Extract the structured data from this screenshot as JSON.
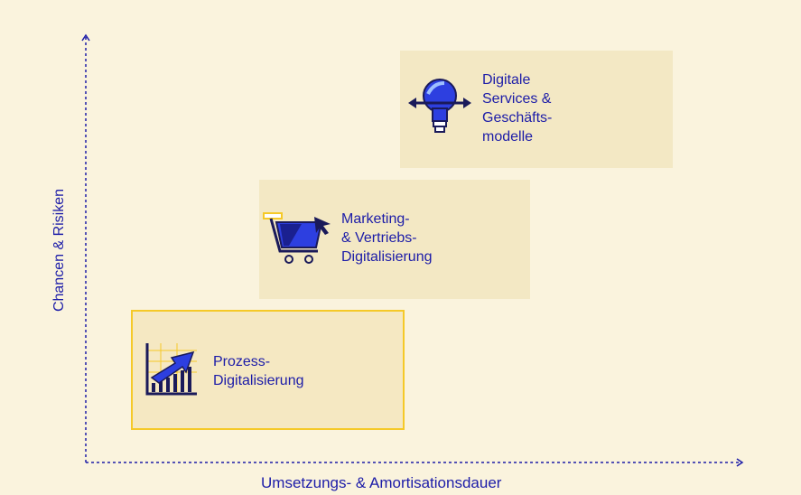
{
  "axes": {
    "y_label": "Chancen & Risiken",
    "x_label": "Umsetzungs- & Amortisationsdauer"
  },
  "boxes": [
    {
      "id": "services",
      "lines": [
        "Digitale",
        "Services &",
        "Geschäfts-",
        "modelle"
      ],
      "icon": "lightbulb-icon"
    },
    {
      "id": "marketing",
      "lines": [
        "Marketing-",
        "& Vertriebs-",
        "Digitalisierung"
      ],
      "icon": "shopping-cart-icon"
    },
    {
      "id": "prozess",
      "lines": [
        "Prozess-",
        "Digitalisierung"
      ],
      "icon": "growth-chart-icon"
    }
  ],
  "colors": {
    "background": "#faf3dd",
    "box": "#f3e8c4",
    "highlight_border": "#f5c928",
    "primary": "#1c1ca8",
    "accent_blue": "#2d3fe0"
  }
}
